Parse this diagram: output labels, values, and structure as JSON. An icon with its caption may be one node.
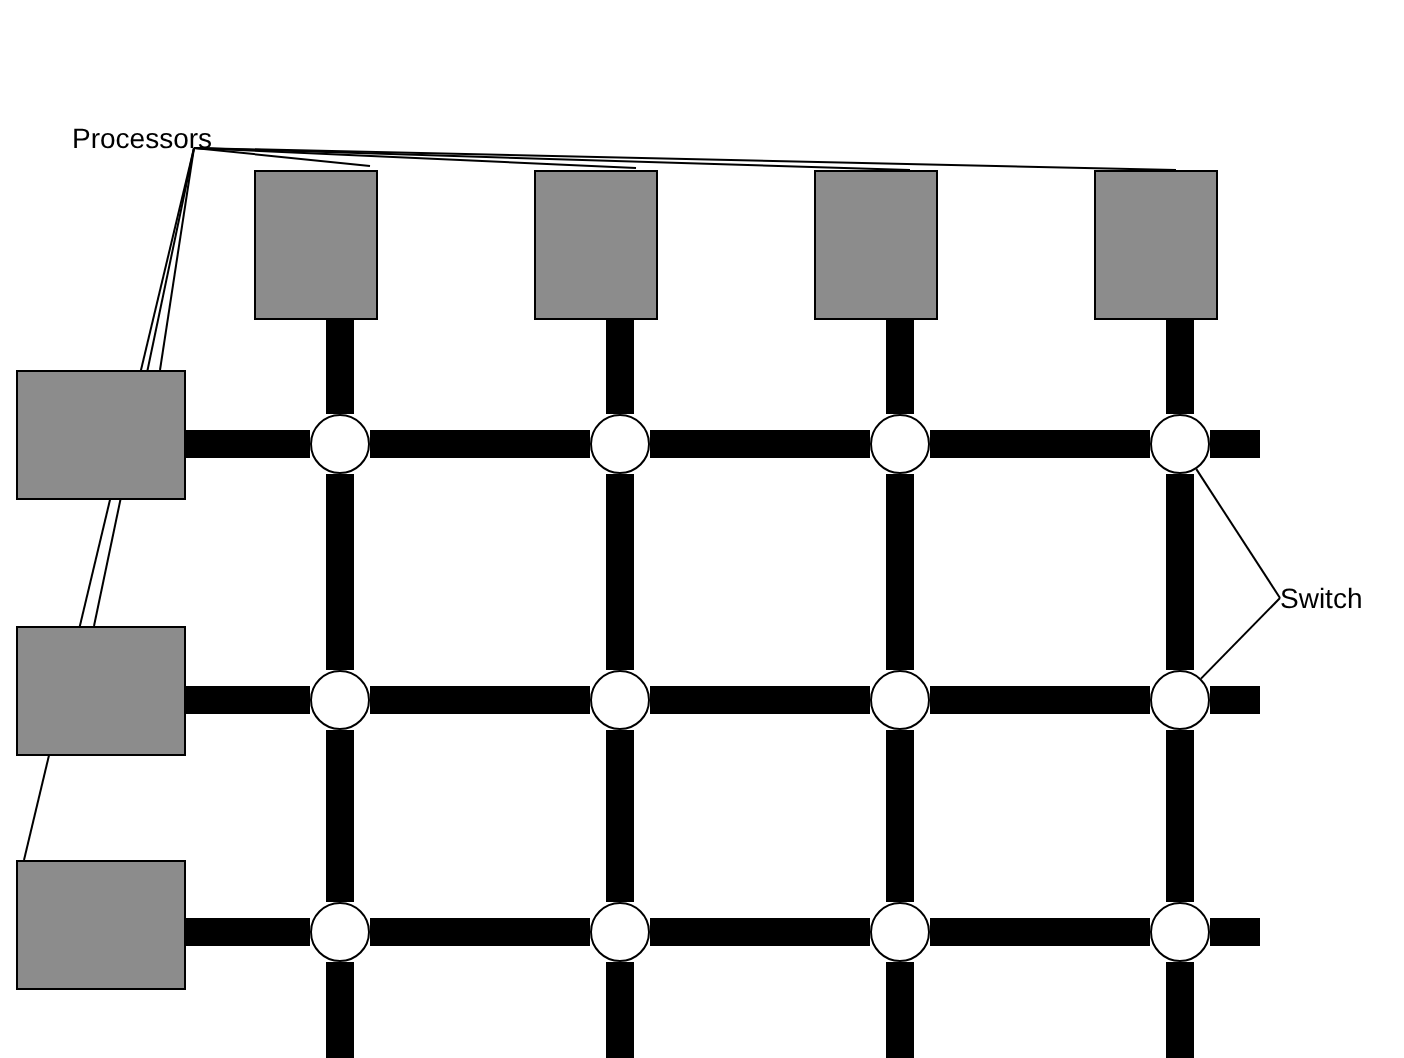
{
  "diagram": {
    "nodes": [
      {
        "text": [
          "Processors"
        ]
      },
      {
        "text": [],
        "shape": "box"
      },
      {
        "text": [],
        "shape": "box"
      },
      {
        "text": [],
        "shape": "box"
      },
      {
        "text": [],
        "shape": "box"
      },
      {
        "text": [],
        "shape": "box"
      },
      {
        "text": [],
        "shape": "box"
      },
      {
        "text": [],
        "shape": "box"
      },
      {
        "text": [],
        "shape": "circle"
      },
      {
        "text": [],
        "shape": "circle"
      },
      {
        "text": [],
        "shape": "circle"
      },
      {
        "text": [],
        "shape": "circle"
      },
      {
        "text": [],
        "shape": "circle"
      },
      {
        "text": [],
        "shape": "circle"
      },
      {
        "text": [],
        "shape": "circle"
      },
      {
        "text": [],
        "shape": "circle"
      },
      {
        "text": [],
        "shape": "circle"
      },
      {
        "text": [],
        "shape": "circle"
      },
      {
        "text": [],
        "shape": "circle"
      },
      {
        "text": [],
        "shape": "circle"
      },
      {
        "text": [
          "Switch"
        ]
      }
    ],
    "edges": [
      {
        "from": 0,
        "to": 1,
        "arrow": "none"
      },
      {
        "from": 0,
        "to": 2,
        "arrow": "none"
      },
      {
        "from": 0,
        "to": 3,
        "arrow": "none"
      },
      {
        "from": 0,
        "to": 4,
        "arrow": "none"
      },
      {
        "from": 0,
        "to": 5,
        "arrow": "none"
      },
      {
        "from": 0,
        "to": 6,
        "arrow": "none"
      },
      {
        "from": 0,
        "to": 7,
        "arrow": "none"
      },
      {
        "from": 20,
        "to": 11,
        "arrow": "none"
      },
      {
        "from": 20,
        "to": 15,
        "arrow": "none"
      },
      {
        "from": 1,
        "to": 8,
        "arrow": "none"
      },
      {
        "from": 2,
        "to": 9,
        "arrow": "none"
      },
      {
        "from": 3,
        "to": 10,
        "arrow": "none"
      },
      {
        "from": 4,
        "to": 11,
        "arrow": "none"
      },
      {
        "from": 5,
        "to": 8,
        "arrow": "none"
      },
      {
        "from": 6,
        "to": 12,
        "arrow": "none"
      },
      {
        "from": 7,
        "to": 16,
        "arrow": "none"
      },
      {
        "from": 8,
        "to": 9,
        "arrow": "none"
      },
      {
        "from": 9,
        "to": 10,
        "arrow": "none"
      },
      {
        "from": 10,
        "to": 11,
        "arrow": "none"
      },
      {
        "from": 12,
        "to": 13,
        "arrow": "none"
      },
      {
        "from": 13,
        "to": 14,
        "arrow": "none"
      },
      {
        "from": 14,
        "to": 15,
        "arrow": "none"
      },
      {
        "from": 16,
        "to": 17,
        "arrow": "none"
      },
      {
        "from": 17,
        "to": 18,
        "arrow": "none"
      },
      {
        "from": 18,
        "to": 19,
        "arrow": "none"
      },
      {
        "from": 8,
        "to": 12,
        "arrow": "none"
      },
      {
        "from": 12,
        "to": 16,
        "arrow": "none"
      },
      {
        "from": 9,
        "to": 13,
        "arrow": "none"
      },
      {
        "from": 13,
        "to": 17,
        "arrow": "none"
      },
      {
        "from": 10,
        "to": 14,
        "arrow": "none"
      },
      {
        "from": 14,
        "to": 18,
        "arrow": "none"
      },
      {
        "from": 11,
        "to": 15,
        "arrow": "none"
      },
      {
        "from": 15,
        "to": 19,
        "arrow": "none"
      },
      {
        "from": 11,
        "to": null,
        "arrow": "none"
      },
      {
        "from": 15,
        "to": null,
        "arrow": "none"
      },
      {
        "from": 19,
        "to": null,
        "arrow": "none"
      },
      {
        "from": 16,
        "to": null,
        "arrow": "none"
      },
      {
        "from": 17,
        "to": null,
        "arrow": "none"
      },
      {
        "from": 18,
        "to": null,
        "arrow": "none"
      },
      {
        "from": 19,
        "to": null,
        "arrow": "none"
      }
    ]
  }
}
